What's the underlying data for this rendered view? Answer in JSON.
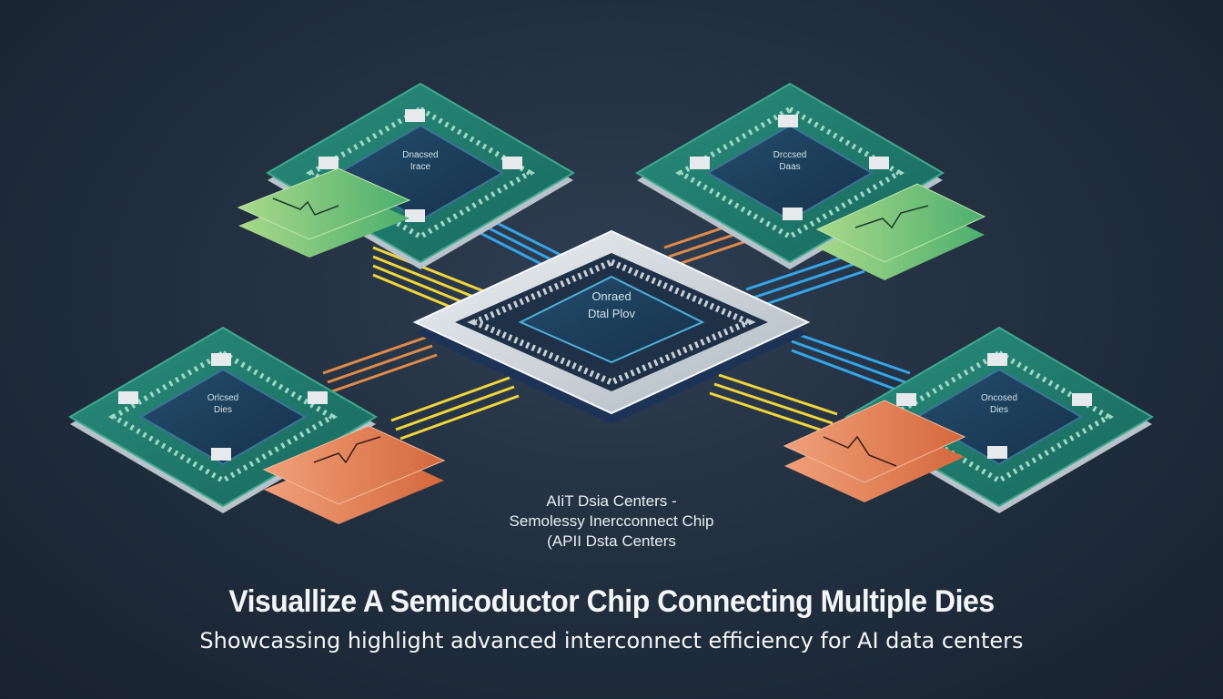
{
  "central_chip": {
    "label_line1": "Onraed",
    "label_line2": "Dtal Plov"
  },
  "dies": [
    {
      "label_line1": "Dnacsed",
      "label_line2": "Irace"
    },
    {
      "label_line1": "Drccsed",
      "label_line2": "Daas"
    },
    {
      "label_line1": "Orlcsed",
      "label_line2": "Dies"
    },
    {
      "label_line1": "Oncosed",
      "label_line2": "Dies"
    }
  ],
  "caption": {
    "line1": "AIiT Dsia Centers -",
    "line2": "Semolessy Inercconnect Chip",
    "line3": "(APII Dsta Centers"
  },
  "headline": "Visuallize A Semicoductor Chip Connecting Multiple Dies",
  "subheadline": "Showcassing highlight advanced interconnect efficiency for AI data centers",
  "colors": {
    "background": "#1e2a38",
    "die_pcb": "#1f7a6c",
    "die_core": "#1b3e5a",
    "central_frame": "#d7dde2",
    "central_core": "#1e4f72",
    "trace_yellow": "#f0d63a",
    "trace_blue": "#36a5e8",
    "trace_orange": "#e08a4a",
    "panel_green": "#7fc47a",
    "panel_orange": "#e07c4e"
  }
}
